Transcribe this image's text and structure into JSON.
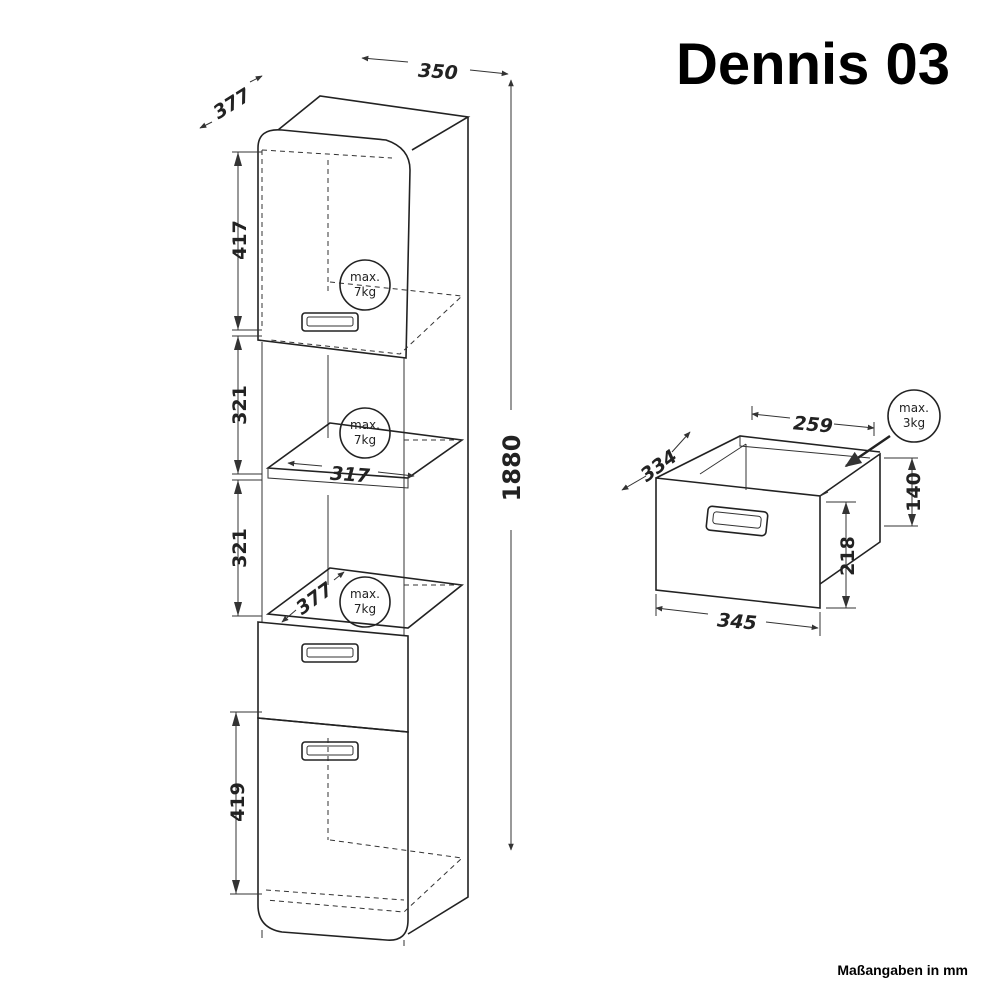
{
  "title": "Dennis 03",
  "units_note": "Maßangaben in mm",
  "cabinet": {
    "width": "350",
    "depth_top": "377",
    "height_total": "1880",
    "compartment_top": "417",
    "compartment_middle_1": "321",
    "compartment_middle_2": "321",
    "compartment_bottom": "419",
    "shelf_width": "317",
    "shelf_depth": "377",
    "load_badges": [
      {
        "line1": "max.",
        "line2": "7kg"
      },
      {
        "line1": "max.",
        "line2": "7kg"
      },
      {
        "line1": "max.",
        "line2": "7kg"
      }
    ]
  },
  "drawer": {
    "inner_width": "259",
    "depth": "334",
    "inner_height": "140",
    "front_height": "218",
    "front_width": "345",
    "load_badge": {
      "line1": "max.",
      "line2": "3kg"
    }
  }
}
